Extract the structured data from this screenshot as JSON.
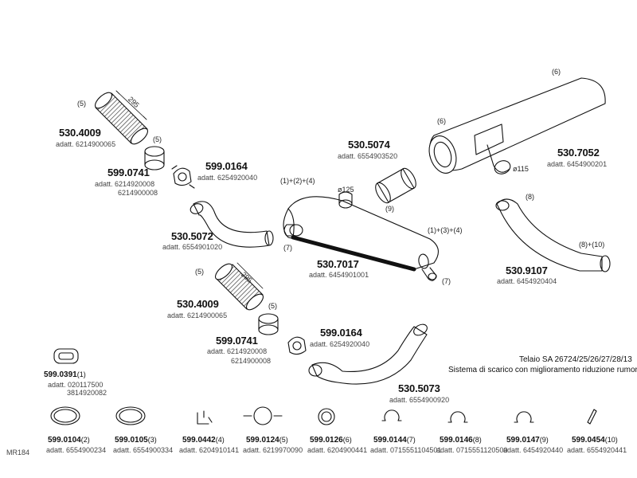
{
  "assembly": [
    {
      "part": "530.4009",
      "adatt": "adatt. 6214900065",
      "ref": "(5)",
      "dim": "295"
    },
    {
      "part": "599.0741",
      "adatt": "adatt. 6214920008",
      "adatt2": "6214900008",
      "ref": "(5)"
    },
    {
      "part": "599.0164",
      "adatt": "adatt. 6254920040"
    },
    {
      "part": "530.5072",
      "adatt": "adatt. 6554901020",
      "ref": "(7)"
    },
    {
      "part": "530.5074",
      "adatt": "adatt. 6554903520",
      "ref": "(9)"
    },
    {
      "part": "530.7052",
      "adatt": "adatt. 6454900201",
      "ref_top": "(6)",
      "ref_left": "(6)",
      "dia": "ø115"
    },
    {
      "part": "530.7017",
      "adatt": "adatt. 6454901001",
      "ref_in": "(1)+(2)+(4)",
      "ref_out": "(1)+(3)+(4)",
      "dia": "ø125",
      "ref_bottom": "(7)"
    },
    {
      "part": "530.9107",
      "adatt": "adatt. 6454920404",
      "ref_top": "(8)",
      "ref_end": "(8)+(10)"
    },
    {
      "part": "530.4009",
      "adatt": "adatt. 6214900065",
      "ref": "(5)",
      "dim": "295"
    },
    {
      "part": "599.0741",
      "adatt": "adatt. 6214920008",
      "adatt2": "6214900008",
      "ref": "(5)"
    },
    {
      "part": "599.0164",
      "adatt": "adatt. 6254920040"
    },
    {
      "part": "530.5073",
      "adatt": "adatt. 6554900920"
    }
  ],
  "side_part": {
    "part": "599.0391",
    "qty": "(1)",
    "adatt": "adatt. 020117500",
    "adatt2": "3814920082"
  },
  "caption": {
    "line1": "Telaio SA 26724/25/26/27/28/13",
    "line2": "Sistema di scarico con miglioramento riduzione rumore"
  },
  "bottom_parts": [
    {
      "part": "599.0104",
      "qty": "(2)",
      "adatt": "adatt. 6554900234"
    },
    {
      "part": "599.0105",
      "qty": "(3)",
      "adatt": "adatt. 6554900334"
    },
    {
      "part": "599.0442",
      "qty": "(4)",
      "adatt": "adatt. 6204910141"
    },
    {
      "part": "599.0124",
      "qty": "(5)",
      "adatt": "adatt. 6219970090"
    },
    {
      "part": "599.0126",
      "qty": "(6)",
      "adatt": "adatt. 6204900441"
    },
    {
      "part": "599.0144",
      "qty": "(7)",
      "adatt": "adatt. 0715551104501"
    },
    {
      "part": "599.0146",
      "qty": "(8)",
      "adatt": "adatt. 0715551120500"
    },
    {
      "part": "599.0147",
      "qty": "(9)",
      "adatt": "adatt. 6454920440"
    },
    {
      "part": "599.0454",
      "qty": "(10)",
      "adatt": "adatt. 6554920441"
    }
  ],
  "code": "MR184"
}
